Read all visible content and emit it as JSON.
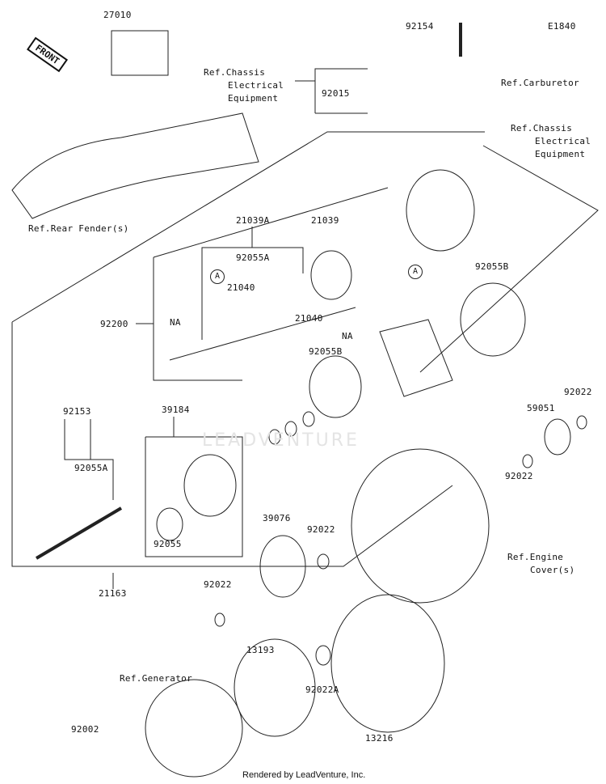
{
  "diagram": {
    "code": "E1840",
    "front_label": "FRONT",
    "watermark": "LEADVENTURE",
    "footer": "Rendered by LeadVenture, Inc.",
    "callouts": {
      "ref_a": "A",
      "ref_a2": "A"
    },
    "parts": [
      {
        "id": "p27010",
        "label": "27010"
      },
      {
        "id": "p92154",
        "label": "92154"
      },
      {
        "id": "p92015",
        "label": "92015"
      },
      {
        "id": "p21039A",
        "label": "21039A"
      },
      {
        "id": "p21039",
        "label": "21039"
      },
      {
        "id": "p92055A_top",
        "label": "92055A"
      },
      {
        "id": "p21040_a",
        "label": "21040"
      },
      {
        "id": "p21040_b",
        "label": "21040"
      },
      {
        "id": "pNA_a",
        "label": "NA"
      },
      {
        "id": "pNA_b",
        "label": "NA"
      },
      {
        "id": "p92200",
        "label": "92200"
      },
      {
        "id": "p92055B_r",
        "label": "92055B"
      },
      {
        "id": "p92055B_c",
        "label": "92055B"
      },
      {
        "id": "p92022_r",
        "label": "92022"
      },
      {
        "id": "p59051",
        "label": "59051"
      },
      {
        "id": "p39184",
        "label": "39184"
      },
      {
        "id": "p92153",
        "label": "92153"
      },
      {
        "id": "p92055A_l",
        "label": "92055A"
      },
      {
        "id": "p92022_m",
        "label": "92022"
      },
      {
        "id": "p92055",
        "label": "92055"
      },
      {
        "id": "p39076",
        "label": "39076"
      },
      {
        "id": "p92022_c",
        "label": "92022"
      },
      {
        "id": "p21163",
        "label": "21163"
      },
      {
        "id": "p92022_l",
        "label": "92022"
      },
      {
        "id": "p13193",
        "label": "13193"
      },
      {
        "id": "p92022A",
        "label": "92022A"
      },
      {
        "id": "p13216",
        "label": "13216"
      },
      {
        "id": "p92002",
        "label": "92002"
      }
    ],
    "references": {
      "chassis_top": [
        "Ref.Chassis",
        "Electrical",
        "Equipment"
      ],
      "carburetor": "Ref.Carburetor",
      "chassis_right": [
        "Ref.Chassis",
        "Electrical",
        "Equipment"
      ],
      "rear_fender": "Ref.Rear Fender(s)",
      "engine_cover": [
        "Ref.Engine",
        "Cover(s)"
      ],
      "generator": "Ref.Generator"
    }
  }
}
